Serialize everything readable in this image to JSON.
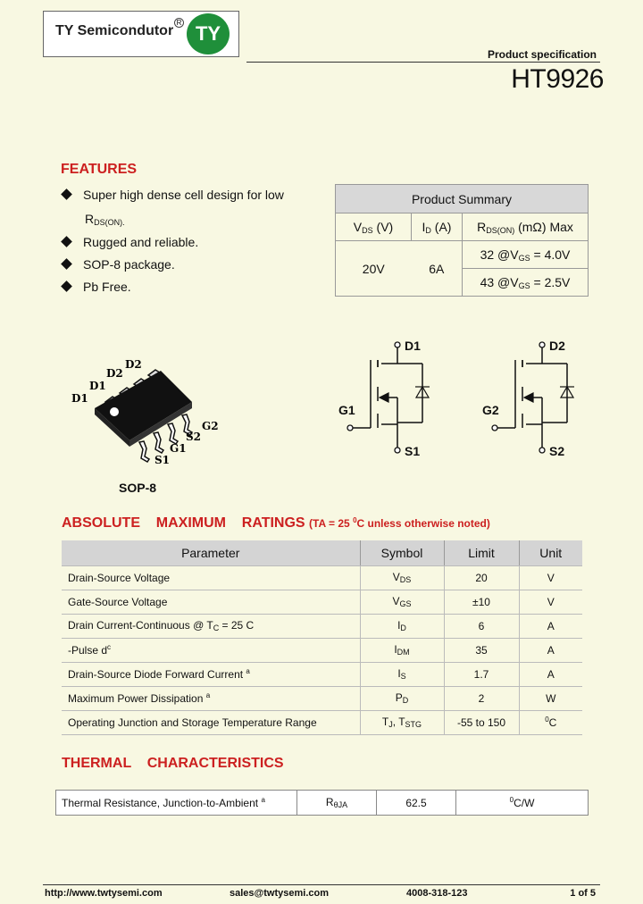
{
  "header": {
    "brand": "TY  Semicondutor",
    "registered": "R",
    "logo_text": "TY",
    "spec_label": "Product specification",
    "part_number": "HT9926"
  },
  "features": {
    "title": "FEATURES",
    "items": [
      "Super high dense cell design for low",
      "R",
      "Rugged and reliable.",
      "SOP-8 package.",
      "Pb Free."
    ],
    "rds_sub": "DS(ON)."
  },
  "summary": {
    "title": "Product Summary",
    "h_vds": "V",
    "h_vds_sub": "DS",
    "h_vds_unit": " (V)",
    "h_id": "I",
    "h_id_sub": "D",
    "h_id_unit": " (A)",
    "h_rds": "R",
    "h_rds_sub": "DS(ON)",
    "h_rds_unit": " (mΩ) Max",
    "vds": "20V",
    "id": "6A",
    "rds1_a": "32 @V",
    "rds1_sub": "GS",
    "rds1_b": " = 4.0V",
    "rds2_a": "43 @V",
    "rds2_sub": "GS",
    "rds2_b": " = 2.5V"
  },
  "package": {
    "label": "SOP-8",
    "pins": [
      "D2",
      "D2",
      "D1",
      "D1",
      "S2",
      "G2",
      "S1",
      "G1"
    ]
  },
  "schematic": {
    "left": {
      "drain": "D1",
      "gate": "G1",
      "source": "S1"
    },
    "right": {
      "drain": "D2",
      "gate": "G2",
      "source": "S2"
    }
  },
  "ratings": {
    "title": "ABSOLUTE    MAXIMUM    RATINGS",
    "note_a": "(TA = 25 ",
    "note_sup": "0",
    "note_b": "C unless otherwise noted)",
    "headers": [
      "Parameter",
      "Symbol",
      "Limit",
      "Unit"
    ],
    "rows": [
      {
        "param": "Drain-Source Voltage",
        "sym": "V",
        "sub": "DS",
        "limit": "20",
        "unit": "V"
      },
      {
        "param": "Gate-Source Voltage",
        "sym": "V",
        "sub": "GS",
        "limit": "±10",
        "unit": "V"
      },
      {
        "param": "Drain Current-Continuous @ T",
        "psub": "C",
        "ptail": " = 25 C",
        "sym": "I",
        "sub": "D",
        "limit": "6",
        "unit": "A"
      },
      {
        "param": "-Pulse d",
        "psup": "c",
        "sym": "I",
        "sub": "DM",
        "limit": "35",
        "unit": "A"
      },
      {
        "param": "Drain-Source Diode Forward Current ",
        "psup": "a",
        "sym": "I",
        "sub": "S",
        "limit": "1.7",
        "unit": "A"
      },
      {
        "param": "Maximum Power Dissipation ",
        "psup": "a",
        "sym": "P",
        "sub": "D",
        "limit": "2",
        "unit": "W"
      },
      {
        "param": "Operating Junction and Storage Temperature Range",
        "sym": "T",
        "sub": "J",
        "sym2": ", T",
        "sub2": "STG",
        "limit": "-55 to 150",
        "unit_sup": "0",
        "unit": "C"
      }
    ]
  },
  "thermal": {
    "title": "THERMAL    CHARACTERISTICS",
    "param": "Thermal Resistance, Junction-to-Ambient ",
    "param_sup": "a",
    "sym": "R",
    "sym_sub": "θJA",
    "value": "62.5",
    "unit_sup": "0",
    "unit": "C/W"
  },
  "footer": {
    "url": "http://www.twtysemi.com",
    "email": "sales@twtysemi.com",
    "phone": "4008-318-123",
    "page": "1 of 5"
  }
}
